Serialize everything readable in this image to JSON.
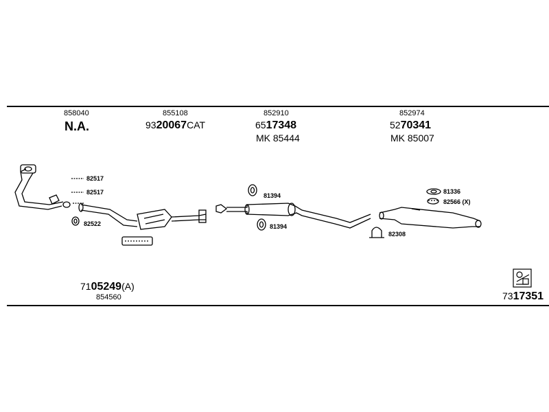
{
  "top_labels": [
    {
      "code": "858040",
      "main": "N.A.",
      "sub": ""
    },
    {
      "code": "855108",
      "main_prefix": "93",
      "main_big": "20067",
      "main_suffix": "CAT",
      "sub": ""
    },
    {
      "code": "852910",
      "main_prefix": "65",
      "main_big": "17348",
      "main_suffix": "",
      "sub": "MK  85444"
    },
    {
      "code": "852974",
      "main_prefix": "52",
      "main_big": "70341",
      "main_suffix": "",
      "sub": "MK  85007"
    }
  ],
  "part_labels": {
    "clamp1": "82517",
    "clamp2": "82517",
    "gasket": "82522",
    "hanger1": "81394",
    "hanger2": "81394",
    "clamp3": "82308",
    "rubber": "81336",
    "fitting": "82566 (X)"
  },
  "bottom_left": {
    "prefix": "71",
    "big": "05249",
    "suffix": "(A)",
    "code": "854560"
  },
  "bottom_right": {
    "prefix": "73",
    "big": "17351"
  }
}
